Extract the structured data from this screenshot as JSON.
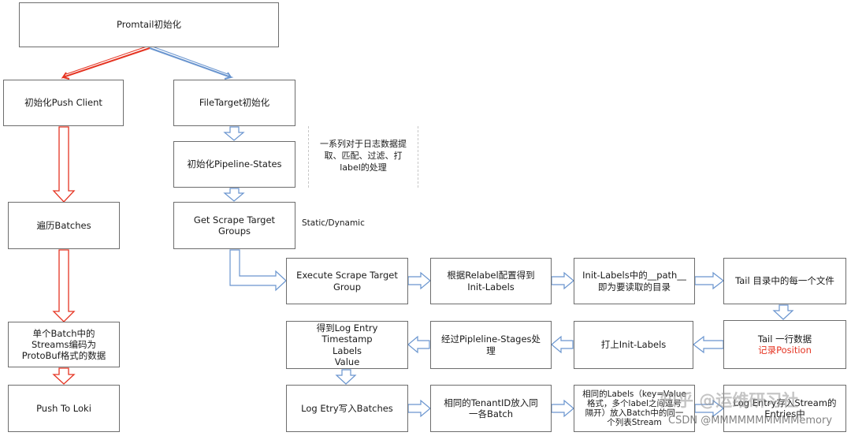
{
  "boxes": {
    "promtail_init": "Promtail初始化",
    "push_client_init": "初始化Push Client",
    "filetarget_init": "FileTarget初始化",
    "pipeline_init": "初始化Pipeline-States",
    "scrape_groups": [
      "Get Scrape Target",
      "Groups"
    ],
    "traverse_batches": "遍历Batches",
    "batch_encode": [
      "单个Batch中的",
      "Streams编码为",
      "ProtoBuf格式的数据"
    ],
    "push_loki": "Push To Loki",
    "execute_scrape": [
      "Execute Scrape Target",
      "Group"
    ],
    "relabel": [
      "根据Relabel配置得到",
      "Init-Labels"
    ],
    "init_labels_path": [
      "Init-Labels中的__path__",
      "即为要读取的目录"
    ],
    "tail_files": "Tail 目录中的每一个文件",
    "tail_line": "Tail 一行数据",
    "record_position": "记录Position",
    "tag_labels": "打上Init-Labels",
    "pipeline_process": [
      "经过Pipleline-Stages处",
      "理"
    ],
    "log_entry": [
      "得到Log Entry",
      "Timestamp",
      "Labels",
      "Value"
    ],
    "write_batches": "Log Etry写入Batches",
    "tenant_batch": [
      "相同的TenantID放入同",
      "一各Batch"
    ],
    "labels_kv": [
      "相同的Labels（key=Value",
      "格式，多个label之间逗号",
      "隔开）放入Batch中的同一",
      "个列表Stream"
    ],
    "log_entry_streams": [
      "Log Entry存入Stream的",
      "Entries中"
    ]
  },
  "notes": {
    "pipeline_desc": [
      "一系列对于日志数据提",
      "取、匹配、过滤、打",
      "label的处理"
    ],
    "static_dynamic": "Static/Dynamic"
  },
  "watermark": {
    "main": "知乎 @运维研习社",
    "sub": "CSDN @MMMMMMMMMMemory"
  },
  "colors": {
    "red_arrow": "#e53422",
    "blue_arrow": "#6a95cf",
    "highlight_text": "#e53422"
  }
}
